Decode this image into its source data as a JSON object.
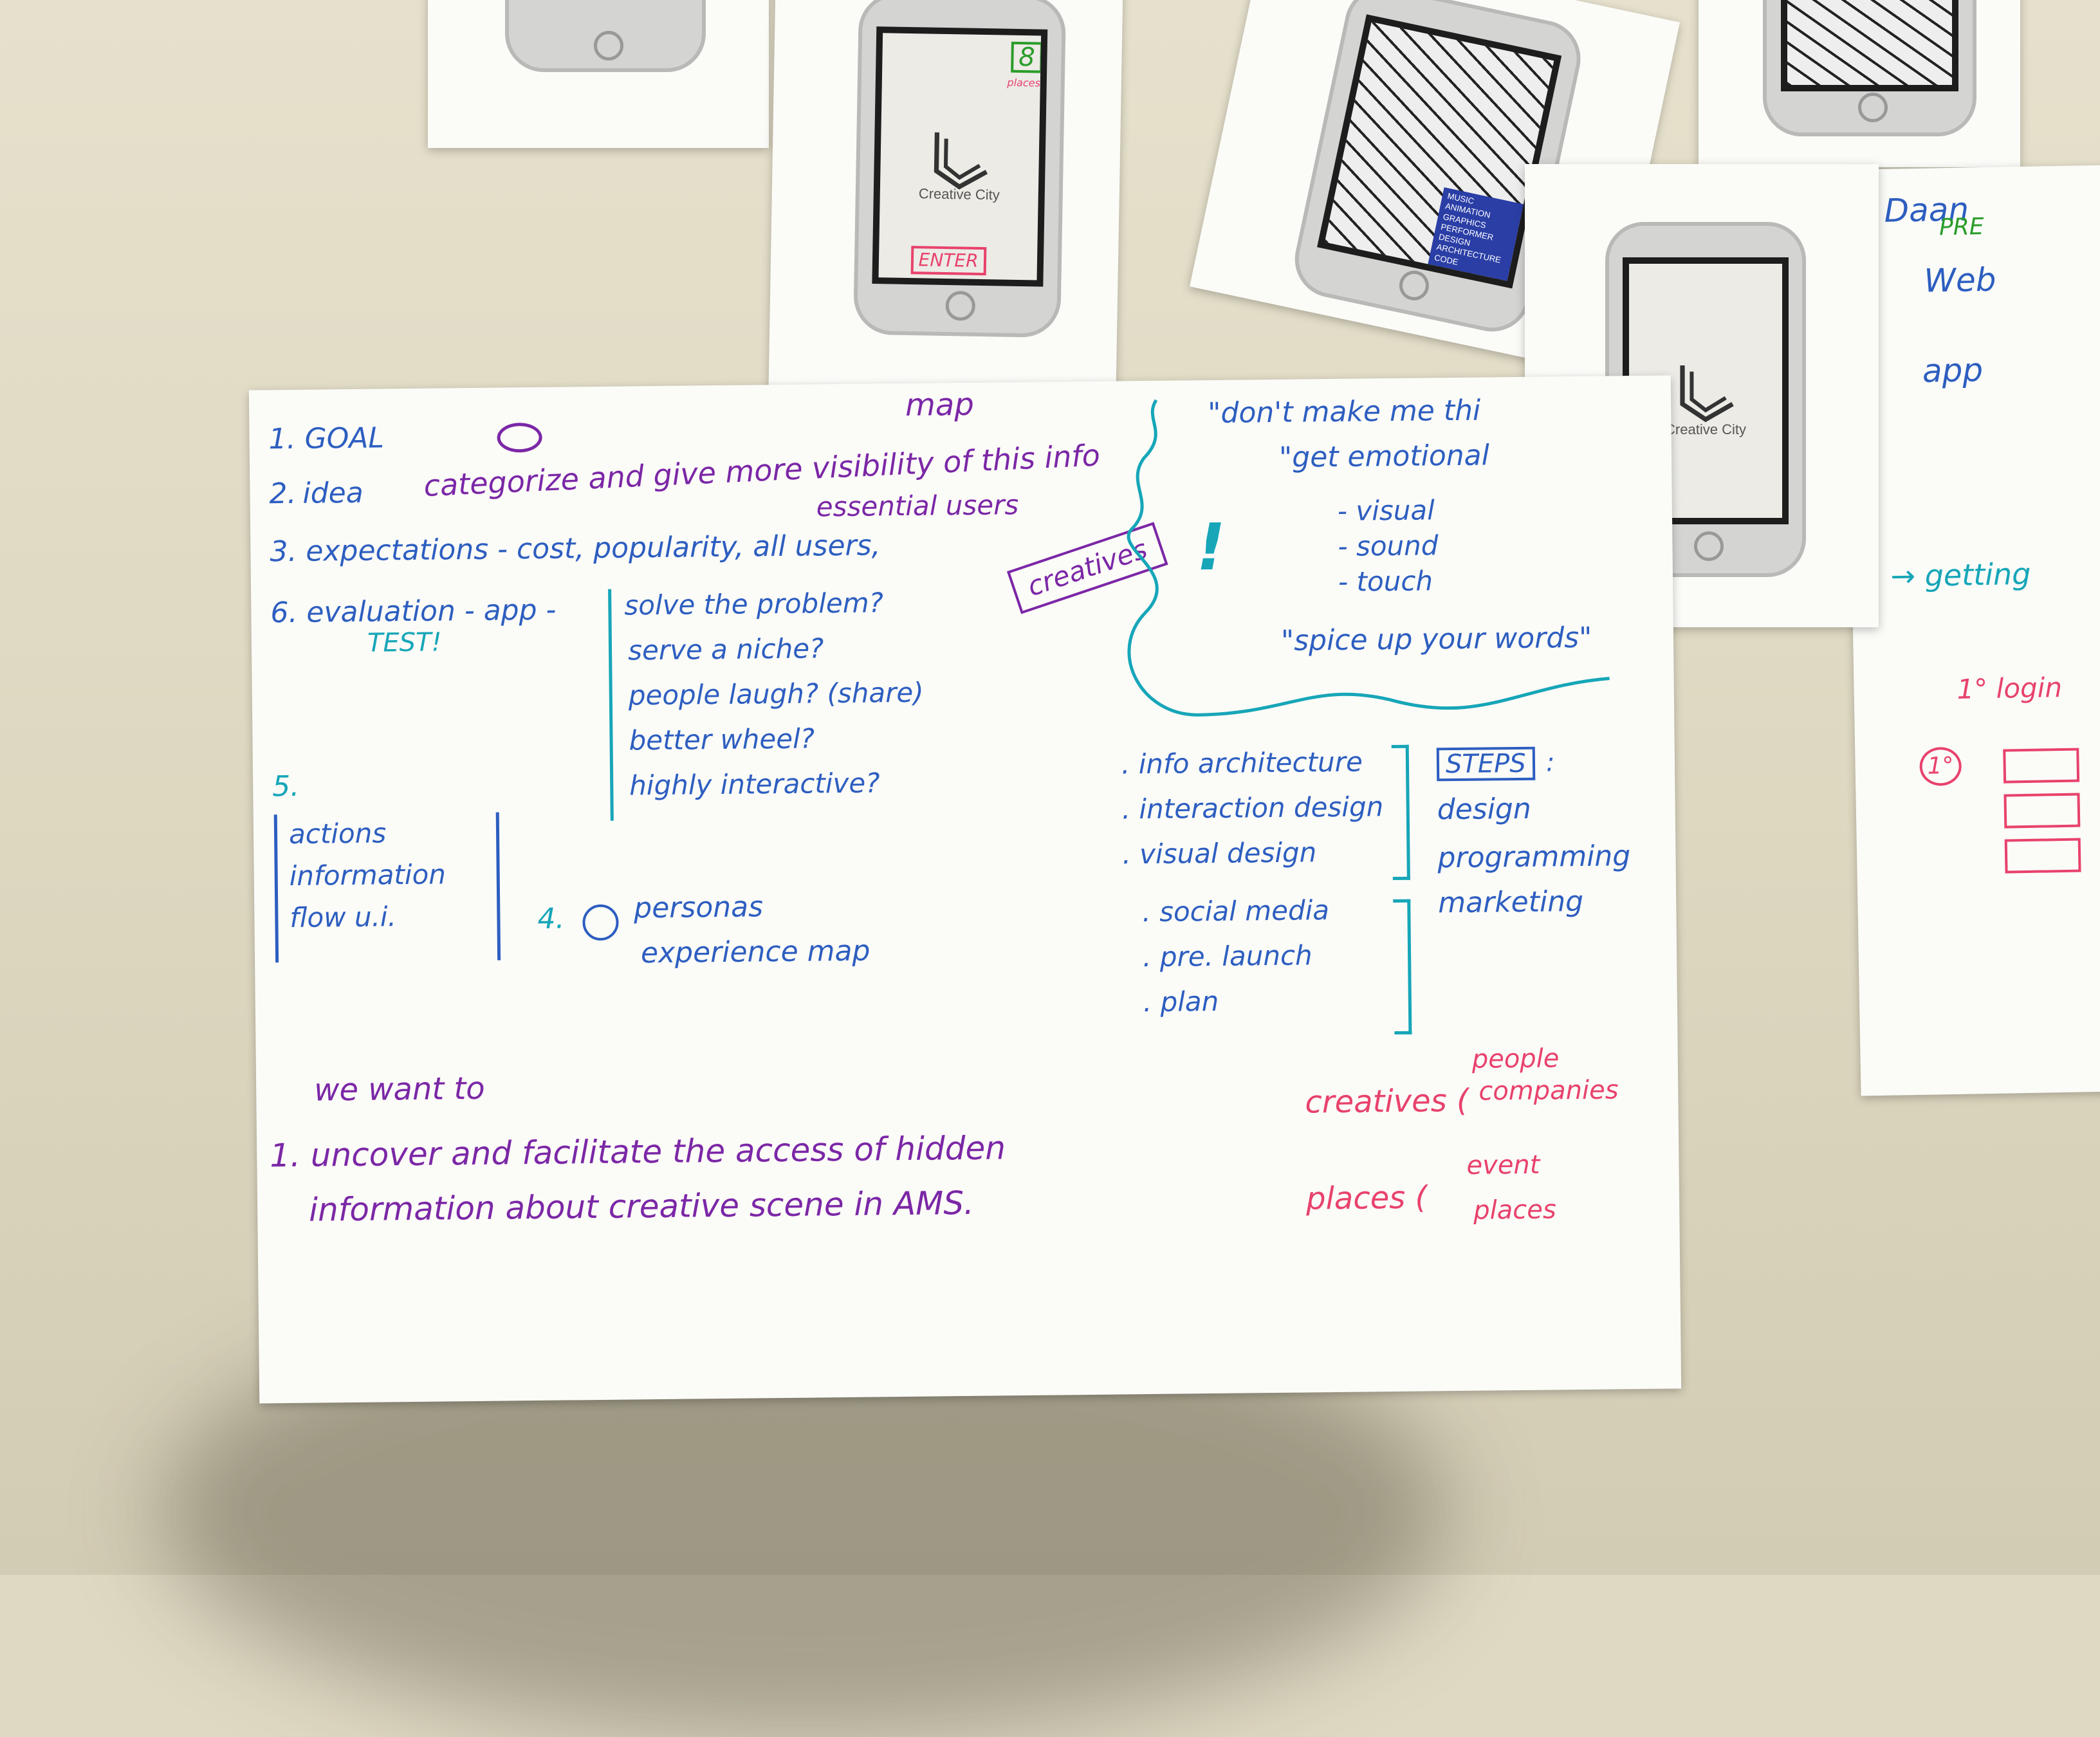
{
  "main_sheet": {
    "goal": "1. GOAL",
    "idea_num": "2.",
    "idea_text": "idea",
    "idea_rest": "categorize and give more visibility of this info",
    "map_note": "map",
    "expectations": "3. expectations - cost, popularity, all users,",
    "essential_users": "essential users",
    "creatives_box": "creatives",
    "evaluation": "6. evaluation - app -",
    "test": "TEST!",
    "eval_items": [
      "solve the problem?",
      "serve a niche?",
      "people laugh? (share)",
      "better wheel?",
      "highly interactive?"
    ],
    "five": "5.",
    "five_items": [
      "actions",
      "information",
      "flow u.i."
    ],
    "four_num": "4.",
    "four_items": [
      "personas",
      "experience map"
    ],
    "quote_1": "\"don't make me thi",
    "quote_2": "\"get emotional",
    "senses": [
      "- visual",
      "- sound",
      "- touch"
    ],
    "exclaim": "!",
    "quote_3": "\"spice up your words\"",
    "arch_items": [
      ". info architecture",
      ". interaction design",
      ". visual design"
    ],
    "steps_box": "STEPS",
    "steps_colon": ":",
    "steps_items": [
      "design",
      "programming",
      "marketing"
    ],
    "launch_items": [
      ". social media",
      ". pre. launch",
      ". plan"
    ],
    "we_want": "we want to",
    "want_1": "1. uncover and facilitate the access of hidden",
    "want_2": "information about creative scene in AMS.",
    "creatives_label": "creatives (",
    "creatives_sub": [
      "people",
      "companies"
    ],
    "places_label": "places (",
    "places_sub": [
      "event",
      "places"
    ]
  },
  "phone_cards": {
    "logo_caption_1": "Creative City",
    "logo_caption_2": "Creative City",
    "enter_button": "ENTER",
    "badge_number": "8",
    "badge_sub": "places",
    "menu_items": [
      "MUSIC",
      "ANIMATION",
      "GRAPHICS",
      "PERFORMER",
      "DESIGN",
      "ARCHITECTURE",
      "CODE"
    ]
  },
  "right_sheet": {
    "name": "Daan",
    "pre": "PRE",
    "web": "Web",
    "app": "app",
    "getting": "→ getting",
    "login": "1° login",
    "circle": "1°"
  },
  "colors": {
    "blue_marker": "#2d5ec0",
    "teal_marker": "#16a6b8",
    "purple_marker": "#7b27a6",
    "pink_marker": "#e8426c",
    "green_marker": "#2a9d2a"
  }
}
